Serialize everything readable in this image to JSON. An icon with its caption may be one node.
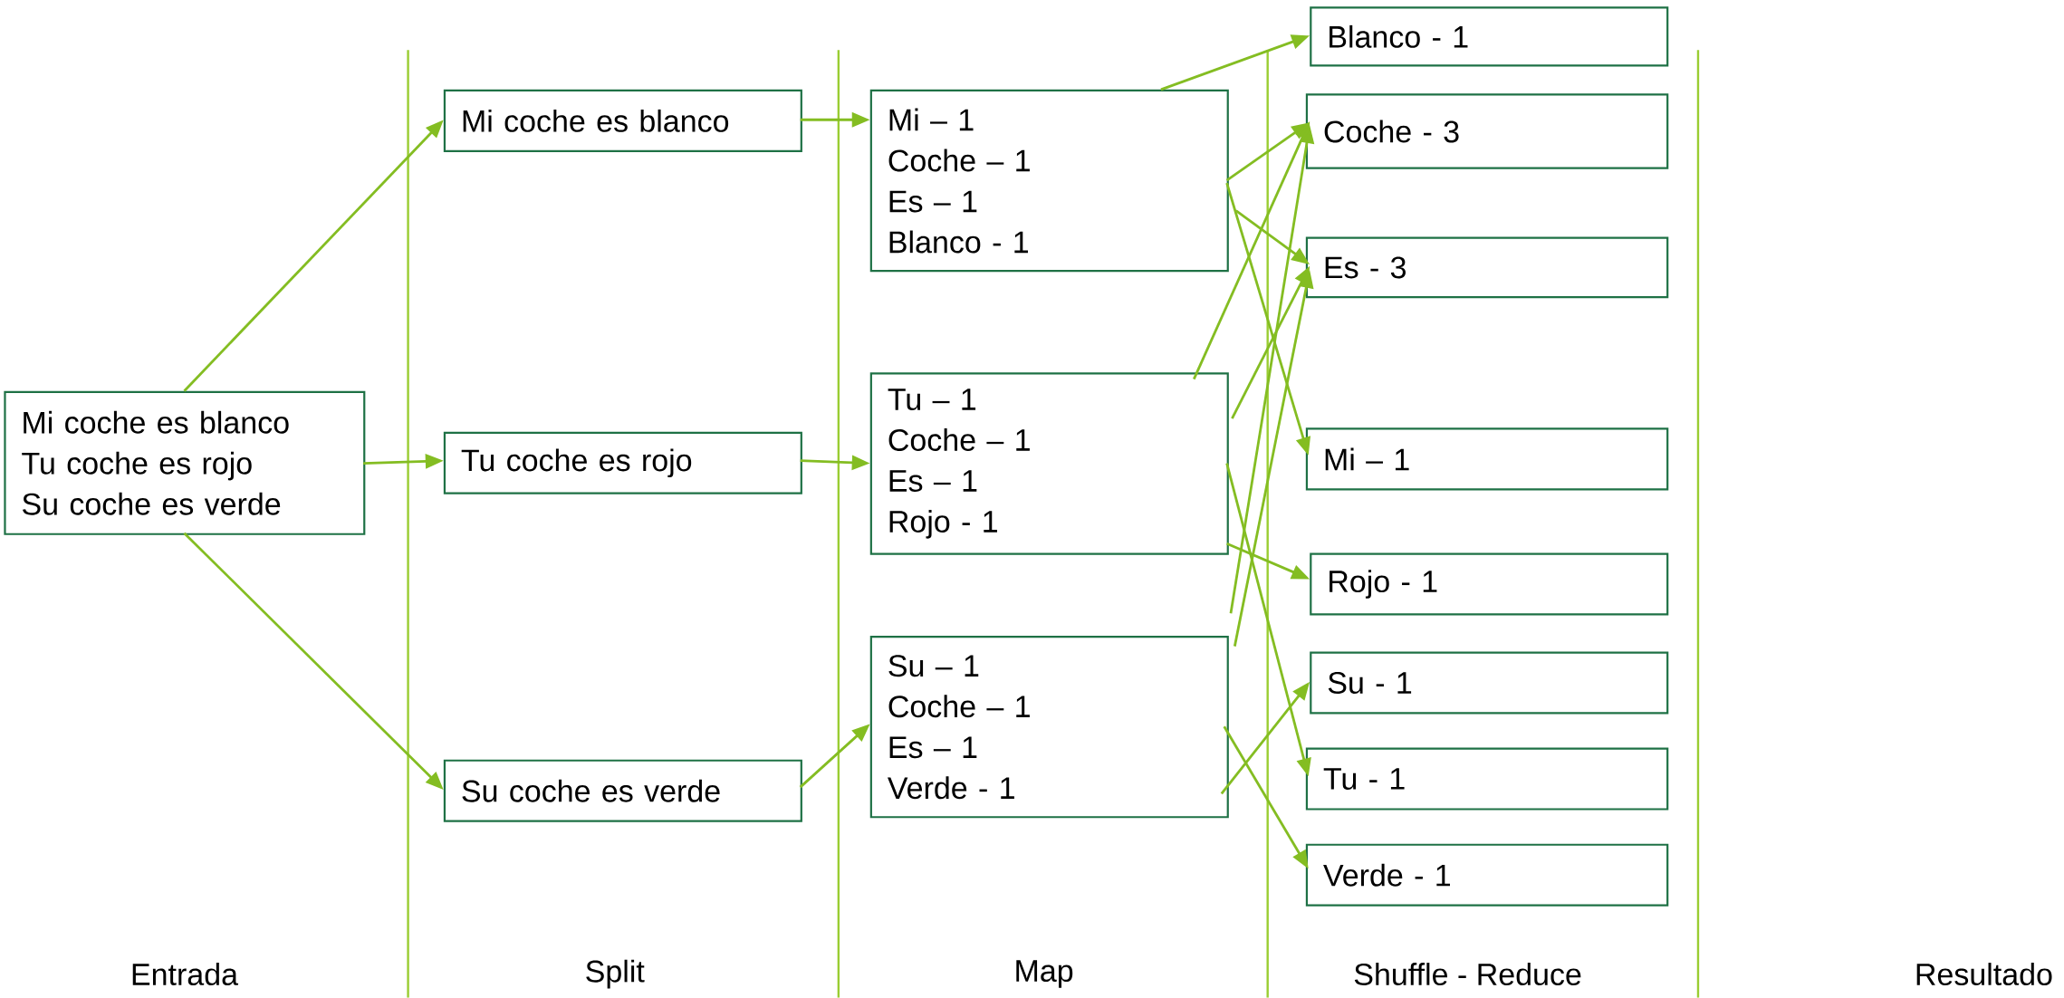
{
  "diagram": {
    "nodes": [
      {
        "text": [
          "Mi coche es blanco",
          "Tu coche es rojo",
          "Su coche es verde"
        ]
      },
      {
        "text": [
          "Mi coche es blanco"
        ]
      },
      {
        "text": [
          "Tu coche es rojo"
        ]
      },
      {
        "text": [
          "Su coche es verde"
        ]
      },
      {
        "text": [
          "Mi – 1",
          "Coche – 1",
          "Es – 1",
          "Blanco - 1"
        ]
      },
      {
        "text": [
          "Tu – 1",
          "Coche – 1",
          "Es – 1",
          "Rojo - 1"
        ]
      },
      {
        "text": [
          "Su – 1",
          "Coche – 1",
          "Es – 1",
          "Verde - 1"
        ]
      },
      {
        "text": [
          "Blanco - 1"
        ]
      },
      {
        "text": [
          "Coche - 3"
        ]
      },
      {
        "text": [
          "Es - 3"
        ]
      },
      {
        "text": [
          "Mi – 1"
        ]
      },
      {
        "text": [
          "Rojo - 1"
        ]
      },
      {
        "text": [
          "Su - 1"
        ]
      },
      {
        "text": [
          "Tu - 1"
        ]
      },
      {
        "text": [
          "Verde - 1"
        ]
      }
    ],
    "edges": [
      {
        "from": 0,
        "to": 1,
        "arrow": "to"
      },
      {
        "from": 0,
        "to": 2,
        "arrow": "to"
      },
      {
        "from": 0,
        "to": 3,
        "arrow": "to"
      },
      {
        "from": 1,
        "to": 4,
        "arrow": "to"
      },
      {
        "from": 2,
        "to": 5,
        "arrow": "to"
      },
      {
        "from": 3,
        "to": 6,
        "arrow": "to"
      },
      {
        "from": 4,
        "to": 7,
        "arrow": "to"
      },
      {
        "from": 4,
        "to": 8,
        "arrow": "to"
      },
      {
        "from": 4,
        "to": 9,
        "arrow": "to"
      },
      {
        "from": 4,
        "to": 10,
        "arrow": "to"
      },
      {
        "from": 5,
        "to": 8,
        "arrow": "to"
      },
      {
        "from": 5,
        "to": 9,
        "arrow": "to"
      },
      {
        "from": 5,
        "to": 13,
        "arrow": "to"
      },
      {
        "from": 5,
        "to": 11,
        "arrow": "to"
      },
      {
        "from": 6,
        "to": 8,
        "arrow": "to"
      },
      {
        "from": 6,
        "to": 9,
        "arrow": "to"
      },
      {
        "from": 6,
        "to": 12,
        "arrow": "to"
      },
      {
        "from": 6,
        "to": 14,
        "arrow": "to"
      }
    ],
    "labels": [
      "Entrada",
      "Split",
      "Map",
      "Shuffle - Reduce",
      "Resultado"
    ]
  }
}
